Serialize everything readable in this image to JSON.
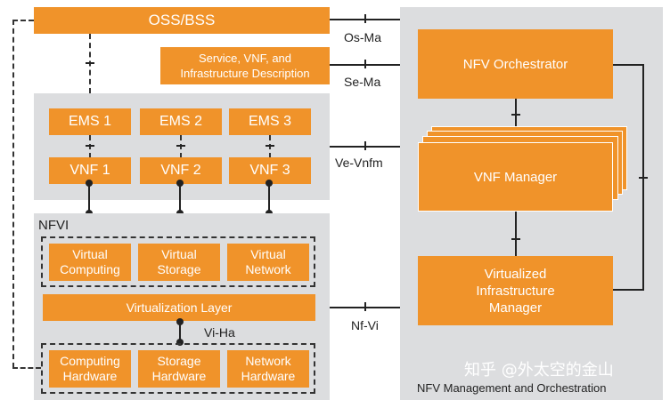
{
  "oss_bss": "OSS/BSS",
  "service_desc": "Service, VNF, and\nInfrastructure Description",
  "interfaces": {
    "os_ma": "Os-Ma",
    "se_ma": "Se-Ma",
    "ve_vnfm": "Ve-Vnfm",
    "nf_vi": "Nf-Vi",
    "vi_ha": "Vi-Ha"
  },
  "ems": [
    "EMS 1",
    "EMS 2",
    "EMS 3"
  ],
  "vnf": [
    "VNF 1",
    "VNF 2",
    "VNF 3"
  ],
  "nfvi": {
    "title": "NFVI",
    "virtual": [
      "Virtual\nComputing",
      "Virtual\nStorage",
      "Virtual\nNetwork"
    ],
    "virtualization_layer": "Virtualization Layer",
    "hardware": [
      "Computing\nHardware",
      "Storage\nHardware",
      "Network\nHardware"
    ]
  },
  "mano": {
    "orchestrator": "NFV Orchestrator",
    "vnf_manager": "VNF Manager",
    "vim": "Virtualized\nInfrastructure\nManager",
    "title": "NFV Management and Orchestration"
  },
  "watermark": "知乎 @外太空的金山",
  "colors": {
    "orange": "#f0932a",
    "gray": "#dcdddf"
  }
}
